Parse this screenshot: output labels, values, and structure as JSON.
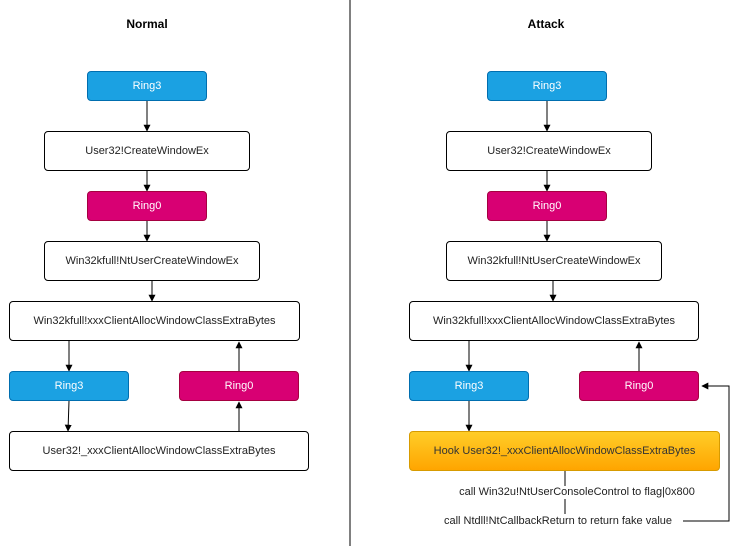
{
  "left": {
    "title": "Normal",
    "ring3_top": "Ring3",
    "create_window": "User32!CreateWindowEx",
    "ring0_top": "Ring0",
    "nt_user_create": "Win32kfull!NtUserCreateWindowEx",
    "xxx_alloc": "Win32kfull!xxxClientAllocWindowClassExtraBytes",
    "ring3_bottom": "Ring3",
    "ring0_bottom": "Ring0",
    "user32_alloc": "User32!_xxxClientAllocWindowClassExtraBytes"
  },
  "right": {
    "title": "Attack",
    "ring3_top": "Ring3",
    "create_window": "User32!CreateWindowEx",
    "ring0_top": "Ring0",
    "nt_user_create": "Win32kfull!NtUserCreateWindowEx",
    "xxx_alloc": "Win32kfull!xxxClientAllocWindowClassExtraBytes",
    "ring3_bottom": "Ring3",
    "ring0_bottom": "Ring0",
    "hook_alloc": "Hook User32!_xxxClientAllocWindowClassExtraBytes",
    "console_control": "call Win32u!NtUserConsoleControl to flag|0x800",
    "callback_return": "call Ntdll!NtCallbackReturn to return fake value"
  },
  "colors": {
    "ring3": "#1ba1e2",
    "ring0": "#d80073",
    "hook": "#ffcd28"
  }
}
